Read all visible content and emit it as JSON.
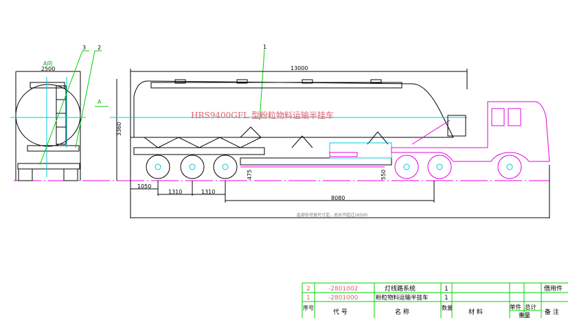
{
  "drawing": {
    "title": "HRS9400GFL 型粉粒物料运输半挂车",
    "view_label": "A向",
    "arrow_label": "A",
    "callouts": [
      "1",
      "2",
      "3"
    ],
    "dimensions": {
      "overall_length": "13000",
      "height": "3360",
      "rear_width": "2500",
      "rear_overhang": "1050",
      "axle_spacing_1": "1310",
      "axle_spacing_2": "1310",
      "wheelbase": "8080",
      "frame_height_rear": "475",
      "frame_height_front": "550"
    },
    "note": "此部份可按尺寸定，总长不超过16500",
    "colors": {
      "body": "#000000",
      "centerline": "#00c8d8",
      "tractor": "#e000e0",
      "leader": "#00d000",
      "title": "#e06070"
    }
  },
  "bom": {
    "rows": [
      {
        "no": "2",
        "code": "-2801002",
        "name": "灯线路系统",
        "qty": "1",
        "material": "",
        "unit": "",
        "total": "",
        "remark": "借用件"
      },
      {
        "no": "1",
        "code": "-2801000",
        "name": "粉粒物料运输半挂车",
        "qty": "1",
        "material": "",
        "unit": "",
        "total": "",
        "remark": ""
      }
    ],
    "header": {
      "no": "序号",
      "code": "代  号",
      "name": "名  称",
      "qty": "数量",
      "material": "材  料",
      "unit": "单件",
      "total": "总计",
      "weight": "重量",
      "remark": "备  注"
    }
  }
}
